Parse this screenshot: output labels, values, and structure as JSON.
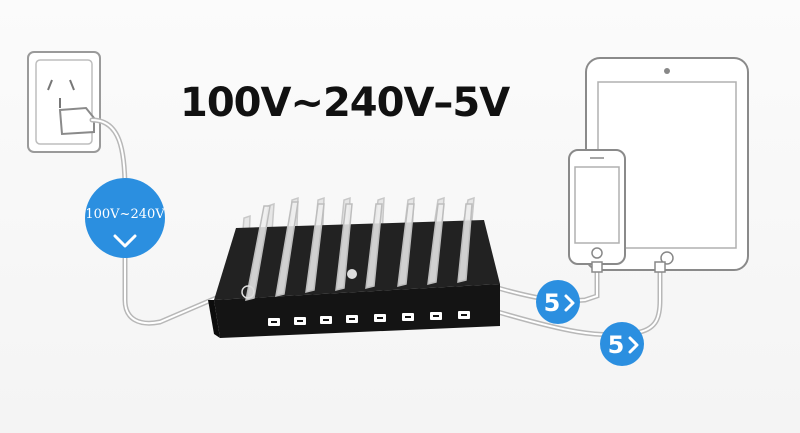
{
  "headline": "100V~240V–5V",
  "input_badge": {
    "label": "100V~240V",
    "color": "#2b8fe0"
  },
  "output_badges": [
    {
      "label": "5",
      "color": "#2b8fe0"
    },
    {
      "label": "5",
      "color": "#2b8fe0"
    }
  ],
  "icons": [
    "wall-outlet-icon",
    "charging-station-icon",
    "smartphone-icon",
    "tablet-icon"
  ]
}
